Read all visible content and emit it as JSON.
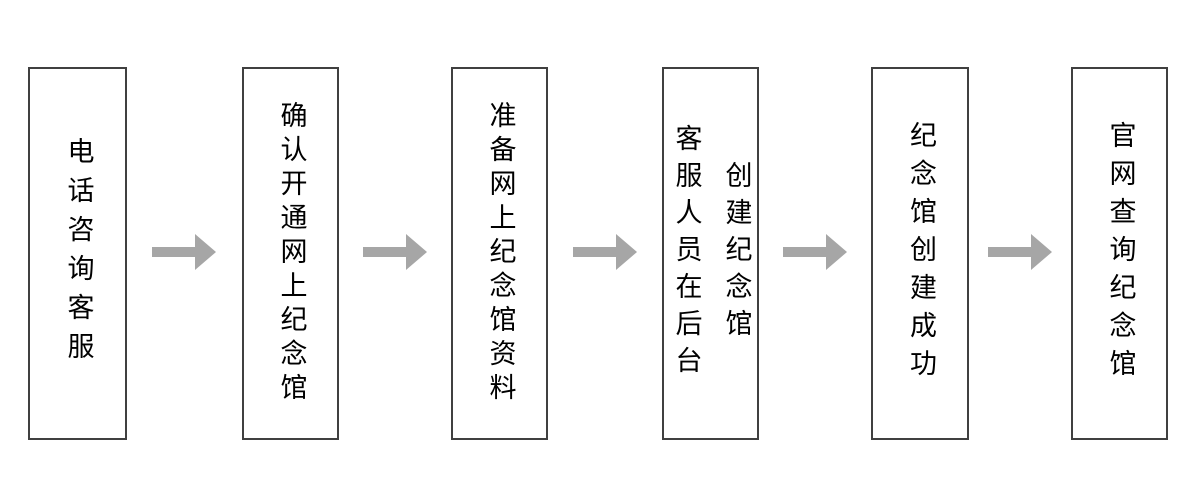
{
  "diagram": {
    "type": "flowchart",
    "direction": "left-to-right",
    "steps": [
      {
        "label": "电话咨询客服"
      },
      {
        "label": "确认开通网上纪念馆"
      },
      {
        "label": "准备网上纪念馆资料"
      },
      {
        "label": "客服人员在后台\n创建纪念馆"
      },
      {
        "label": "纪念馆创建成功"
      },
      {
        "label": "官网查询纪念馆"
      }
    ],
    "connector": {
      "icon": "right-arrow-icon",
      "direction": "right",
      "count": 5
    },
    "colors": {
      "background": "#ffffff",
      "box_border": "#404040",
      "box_fill": "#ffffff",
      "text": "#000000",
      "arrow": "#a6a6a6"
    }
  }
}
